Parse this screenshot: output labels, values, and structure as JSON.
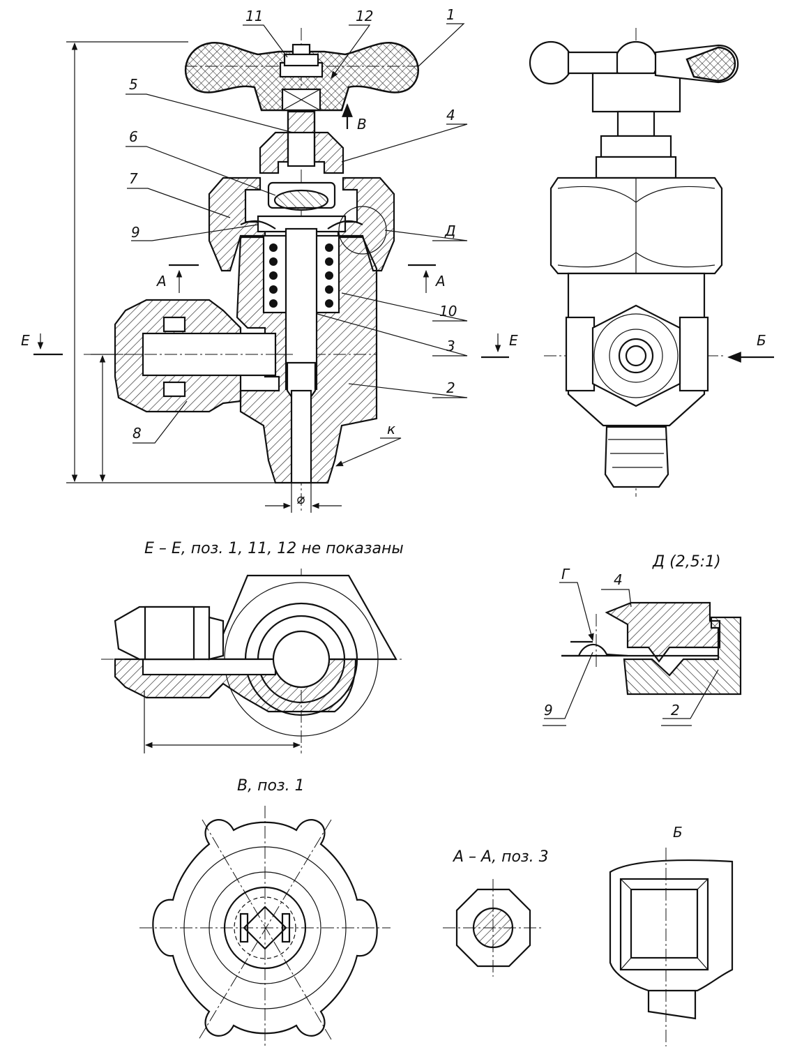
{
  "position_labels": {
    "p1": "1",
    "p2": "2",
    "p3": "3",
    "p4": "4",
    "p5": "5",
    "p6": "6",
    "p7": "7",
    "p8": "8",
    "p9": "9",
    "p10": "10",
    "p11": "11",
    "p12": "12"
  },
  "view_markers": {
    "A": "А",
    "B_view": "В",
    "D": "Д",
    "E": "Е",
    "K": "к",
    "Bb": "Б",
    "G": "Г"
  },
  "dimension": {
    "diameter": "⌀"
  },
  "titles": {
    "section_ee": "Е – Е, поз. 1, 11, 12 не показаны",
    "detail_d": "Д (2,5:1)",
    "view_b": "В, поз. 1",
    "section_aa": "А – А, поз. 3",
    "view_bb": "Б"
  },
  "detail_labels": {
    "p4": "4",
    "p9": "9",
    "p2": "2"
  }
}
